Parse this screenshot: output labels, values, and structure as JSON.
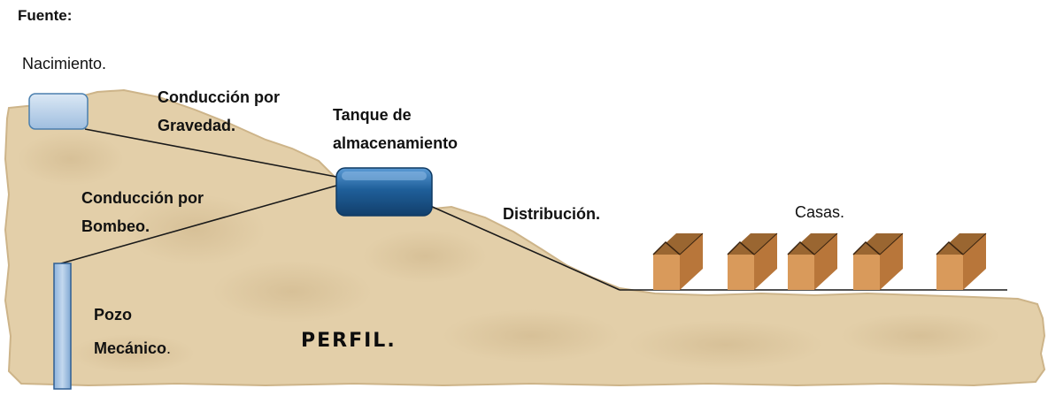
{
  "header": {
    "source_label": "Fuente:"
  },
  "labels": {
    "nacimiento": "Nacimiento.",
    "conduccion_gravedad_1": "Conducción por",
    "conduccion_gravedad_2": "Gravedad.",
    "tanque_1": "Tanque de",
    "tanque_2": "almacenamiento",
    "conduccion_bombeo_1": "Conducción por",
    "conduccion_bombeo_2": "Bombeo.",
    "distribucion": "Distribución.",
    "casas": "Casas.",
    "pozo_1": "Pozo",
    "pozo_2_bold": "Mecánico",
    "pozo_2_tail": ".",
    "perfil": "PERFIL."
  },
  "colors": {
    "terrain": "#e3cfa9",
    "terrain_dark": "#c9ae82",
    "spring_fill": "#bcd3ea",
    "spring_stroke": "#4a7fae",
    "tank_fill": "#1f5f9a",
    "tank_highlight": "#5b9bd5",
    "well_fill": "#a9c6e6",
    "house_front": "#d99a5b",
    "house_side": "#c07a3e",
    "house_roof": "#8c5a2b",
    "line": "#1a1a1a"
  },
  "icons": {
    "spring": "spring-tank-icon",
    "storage_tank": "storage-tank-icon",
    "well": "well-pipe-icon",
    "house": "house-icon"
  }
}
